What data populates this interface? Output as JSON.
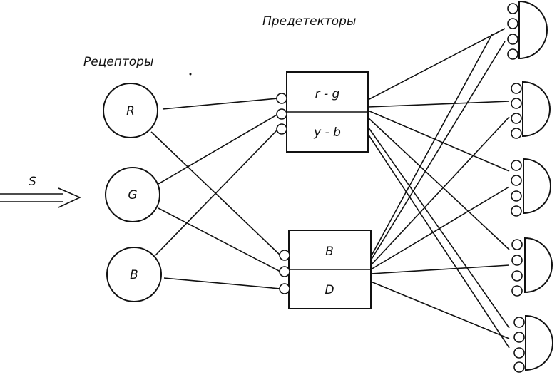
{
  "labels": {
    "receptors_title": "Рецепторы",
    "predetectors_title": "Предетекторы",
    "stimulus": "S"
  },
  "receptors": [
    "R",
    "G",
    "B"
  ],
  "predetectors": {
    "top": [
      "r - g",
      "y - b"
    ],
    "bottom": [
      "B",
      "D"
    ]
  },
  "detector_count": 5
}
